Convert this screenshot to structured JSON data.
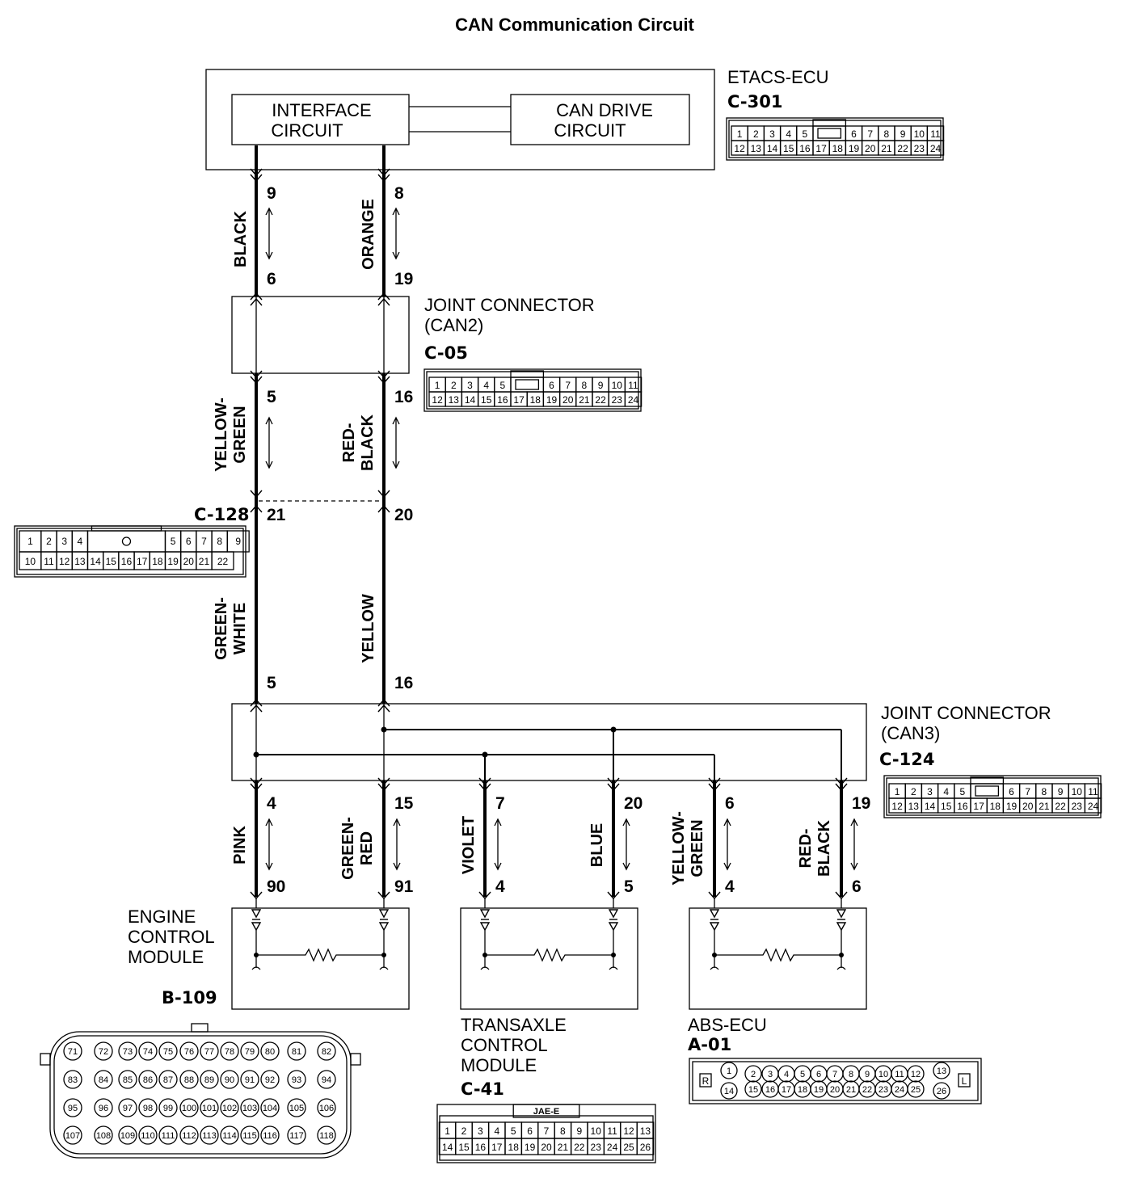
{
  "title": "CAN Communication Circuit",
  "modules": {
    "etacs": {
      "name": "ETACS-ECU",
      "connector": "C-301",
      "interface_lines": [
        "INTERFACE",
        "CIRCUIT"
      ],
      "can_drive_lines": [
        "CAN DRIVE",
        "CIRCUIT"
      ]
    },
    "can2": {
      "name_lines": [
        "JOINT CONNECTOR",
        "(CAN2)"
      ],
      "connector": "C-05"
    },
    "c128": {
      "connector": "C-128"
    },
    "can3": {
      "name_lines": [
        "JOINT CONNECTOR",
        "(CAN3)"
      ],
      "connector": "C-124"
    },
    "ecm": {
      "name_lines": [
        "ENGINE",
        "CONTROL",
        "MODULE"
      ],
      "connector": "B-109"
    },
    "tcm": {
      "name_lines": [
        "TRANSAXLE",
        "CONTROL",
        "MODULE"
      ],
      "connector": "C-41",
      "connector_code": "JAE-E"
    },
    "abs": {
      "name": "ABS-ECU",
      "connector": "A-01",
      "side_left": "R",
      "side_right": "L"
    }
  },
  "wires": {
    "etacs_can2": {
      "left": {
        "color": "BLACK",
        "pin_top": "9",
        "pin_bottom": "6"
      },
      "right": {
        "color": "ORANGE",
        "pin_top": "8",
        "pin_bottom": "19"
      }
    },
    "can2_c128": {
      "left": {
        "color_lines": [
          "YELLOW-",
          "GREEN"
        ],
        "pin_top": "5",
        "pin_bottom": "21"
      },
      "right": {
        "color_lines": [
          "RED-",
          "BLACK"
        ],
        "pin_top": "16",
        "pin_bottom": "20"
      }
    },
    "c128_can3": {
      "left": {
        "color_lines": [
          "GREEN-",
          "WHITE"
        ],
        "pin_bottom": "5"
      },
      "right": {
        "color": "YELLOW",
        "pin_bottom": "16"
      }
    },
    "branches": [
      {
        "color_lines": [
          "PINK"
        ],
        "pin_top": "4",
        "pin_bottom": "90"
      },
      {
        "color_lines": [
          "GREEN-",
          "RED"
        ],
        "pin_top": "15",
        "pin_bottom": "91"
      },
      {
        "color_lines": [
          "VIOLET"
        ],
        "pin_top": "7",
        "pin_bottom": "4"
      },
      {
        "color_lines": [
          "BLUE"
        ],
        "pin_top": "20",
        "pin_bottom": "5"
      },
      {
        "color_lines": [
          "YELLOW-",
          "GREEN"
        ],
        "pin_top": "6",
        "pin_bottom": "4"
      },
      {
        "color_lines": [
          "RED-",
          "BLACK"
        ],
        "pin_top": "19",
        "pin_bottom": "6"
      }
    ]
  },
  "connectors": {
    "c301": {
      "row1": [
        "1",
        "2",
        "3",
        "4",
        "5",
        "",
        "6",
        "7",
        "8",
        "9",
        "10",
        "11"
      ],
      "row2": [
        "12",
        "13",
        "14",
        "15",
        "16",
        "17",
        "18",
        "19",
        "20",
        "21",
        "22",
        "23",
        "24"
      ]
    },
    "c05": {
      "row1": [
        "1",
        "2",
        "3",
        "4",
        "5",
        "",
        "6",
        "7",
        "8",
        "9",
        "10",
        "11"
      ],
      "row2": [
        "12",
        "13",
        "14",
        "15",
        "16",
        "17",
        "18",
        "19",
        "20",
        "21",
        "22",
        "23",
        "24"
      ]
    },
    "c124": {
      "row1": [
        "1",
        "2",
        "3",
        "4",
        "5",
        "",
        "6",
        "7",
        "8",
        "9",
        "10",
        "11"
      ],
      "row2": [
        "12",
        "13",
        "14",
        "15",
        "16",
        "17",
        "18",
        "19",
        "20",
        "21",
        "22",
        "23",
        "24"
      ]
    },
    "c128": {
      "row1": [
        "1",
        "2",
        "3",
        "4",
        "5",
        "6",
        "7",
        "8",
        "9"
      ],
      "row2": [
        "10",
        "11",
        "12",
        "13",
        "14",
        "15",
        "16",
        "17",
        "18",
        "19",
        "20",
        "21",
        "22"
      ]
    },
    "c41": {
      "row1": [
        "1",
        "2",
        "3",
        "4",
        "5",
        "6",
        "7",
        "8",
        "9",
        "10",
        "11",
        "12",
        "13"
      ],
      "row2": [
        "14",
        "15",
        "16",
        "17",
        "18",
        "19",
        "20",
        "21",
        "22",
        "23",
        "24",
        "25",
        "26"
      ]
    },
    "b109": {
      "rows": [
        [
          "71",
          "72",
          "73",
          "74",
          "75",
          "76",
          "77",
          "78",
          "79",
          "80",
          "81",
          "82"
        ],
        [
          "83",
          "84",
          "85",
          "86",
          "87",
          "88",
          "89",
          "90",
          "91",
          "92",
          "93",
          "94"
        ],
        [
          "95",
          "96",
          "97",
          "98",
          "99",
          "100",
          "101",
          "102",
          "103",
          "104",
          "105",
          "106"
        ],
        [
          "107",
          "108",
          "109",
          "110",
          "111",
          "112",
          "113",
          "114",
          "115",
          "116",
          "117",
          "118"
        ]
      ]
    },
    "a01": {
      "row1": [
        "1",
        "2",
        "3",
        "4",
        "5",
        "6",
        "7",
        "8",
        "9",
        "10",
        "11",
        "12",
        "13"
      ],
      "row2": [
        "14",
        "15",
        "16",
        "17",
        "18",
        "19",
        "20",
        "21",
        "22",
        "23",
        "24",
        "25",
        "26"
      ]
    }
  }
}
